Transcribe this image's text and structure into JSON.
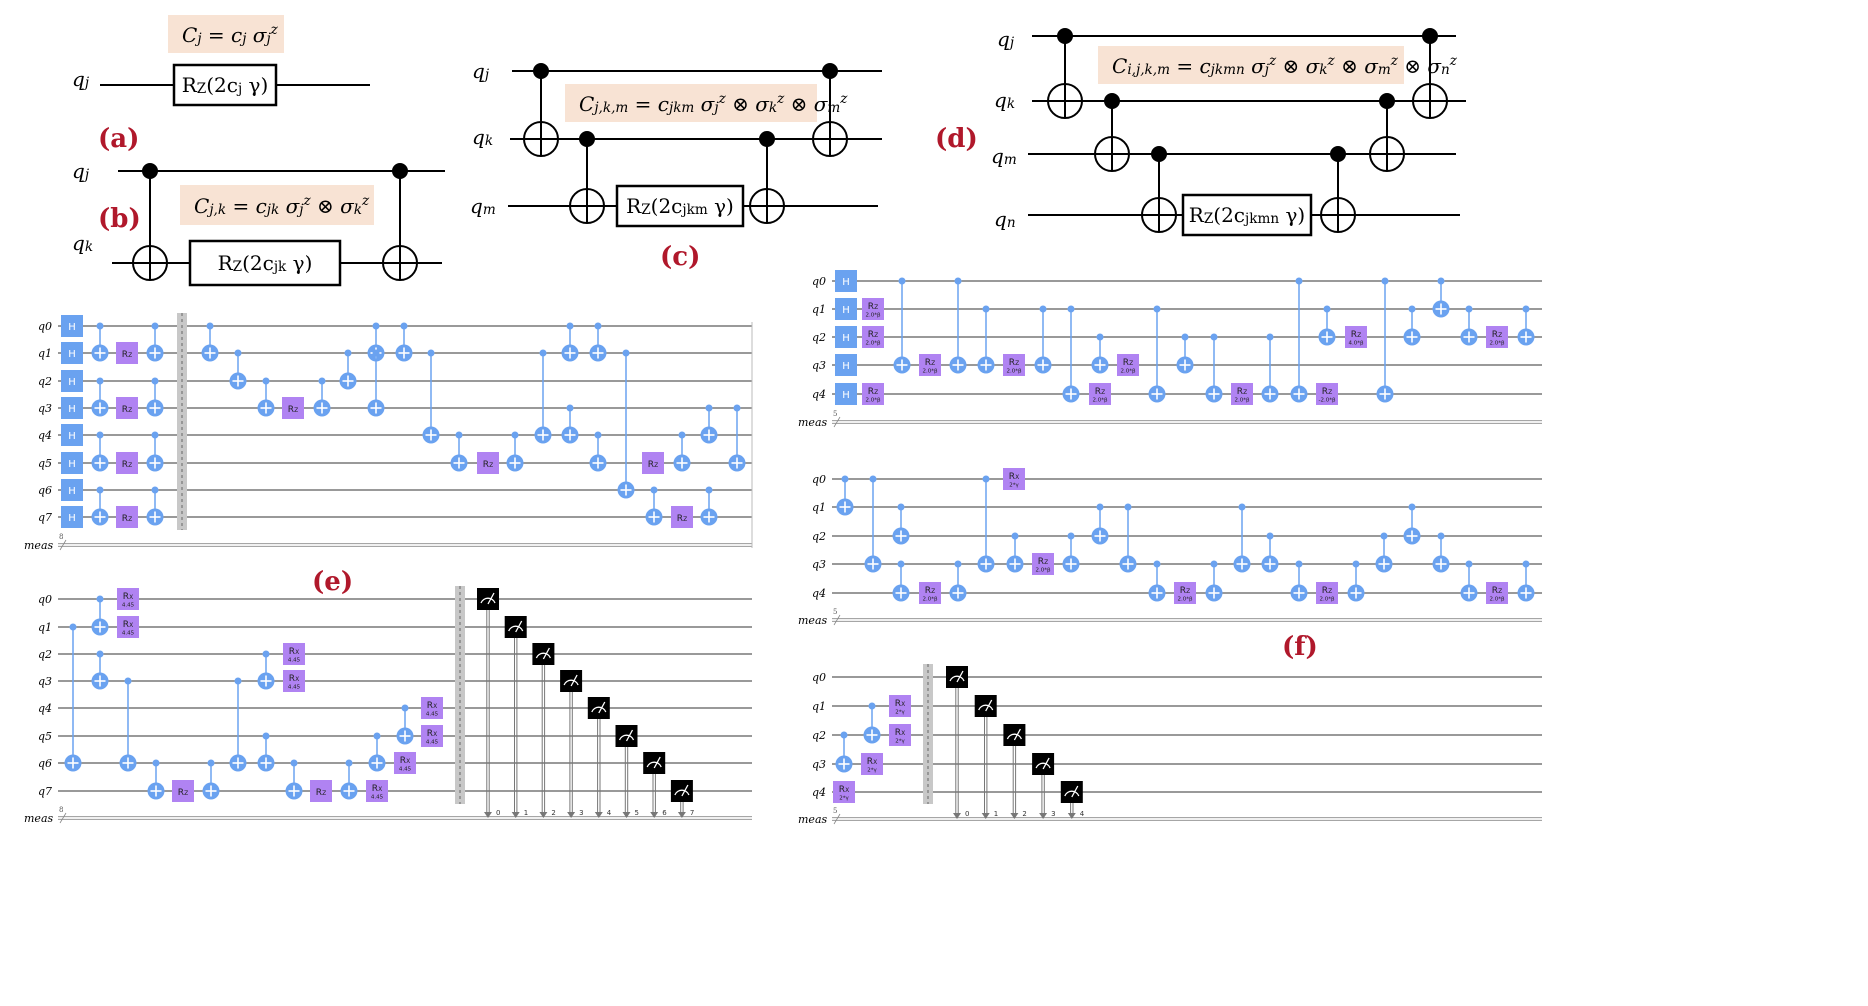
{
  "colors": {
    "panel_label": "#b0182b",
    "formula_bg": "#f8e3d4",
    "wire": "#000000",
    "small_wire": "#7a7a7a",
    "hadamard": "#6aa2f0",
    "rz_gate": "#b083f2",
    "cnot": "#6aa2f0",
    "barrier": "#c8c8c8",
    "measure": "#000000"
  },
  "panels": {
    "a": {
      "label": "(a)",
      "formula": "C_j = c_j σ_j^z",
      "qubits": [
        "q_j"
      ],
      "gate": "R_Z(2c_j γ)"
    },
    "b": {
      "label": "(b)",
      "formula": "C_{j,k} = c_{jk} σ_j^z ⊗ σ_k^z",
      "qubits": [
        "q_j",
        "q_k"
      ],
      "gate": "R_Z(2c_{jk} γ)"
    },
    "c": {
      "label": "(c)",
      "formula": "C_{j,k,m} = c_{jkm} σ_j^z ⊗ σ_k^z ⊗ σ_m^z",
      "qubits": [
        "q_j",
        "q_k",
        "q_m"
      ],
      "gate": "R_Z(2c_{jkm} γ)"
    },
    "d": {
      "label": "(d)",
      "formula": "C_{i,j,k,m} = c_{jkmn} σ_j^z ⊗ σ_k^z ⊗ σ_m^z ⊗ σ_n^z",
      "qubits": [
        "q_j",
        "q_k",
        "q_m",
        "q_n"
      ],
      "gate": "R_Z(2c_{jkmn} γ)"
    },
    "e": {
      "label": "(e)",
      "qubits": [
        "q0",
        "q1",
        "q2",
        "q3",
        "q4",
        "q5",
        "q6",
        "q7"
      ],
      "meas": "meas",
      "meas_count": "8",
      "h_label": "H",
      "rz_label": "R_Z",
      "rx_label": "R_X",
      "rx_param": "4.45",
      "classical_bits": [
        "0",
        "1",
        "2",
        "3",
        "4",
        "5",
        "6",
        "7"
      ]
    },
    "f": {
      "label": "(f)",
      "qubits": [
        "q0",
        "q1",
        "q2",
        "q3",
        "q4"
      ],
      "meas": "meas",
      "meas_count": "5",
      "h_label": "H",
      "rz_label": "R_Z",
      "rx_label": "R_X",
      "rz_param": "2.0*β",
      "rz_param_a": "4.0*β",
      "rz_param_b": "-2.0*β",
      "rx_param": "2*γ",
      "classical_bits": [
        "0",
        "1",
        "2",
        "3",
        "4"
      ]
    }
  }
}
